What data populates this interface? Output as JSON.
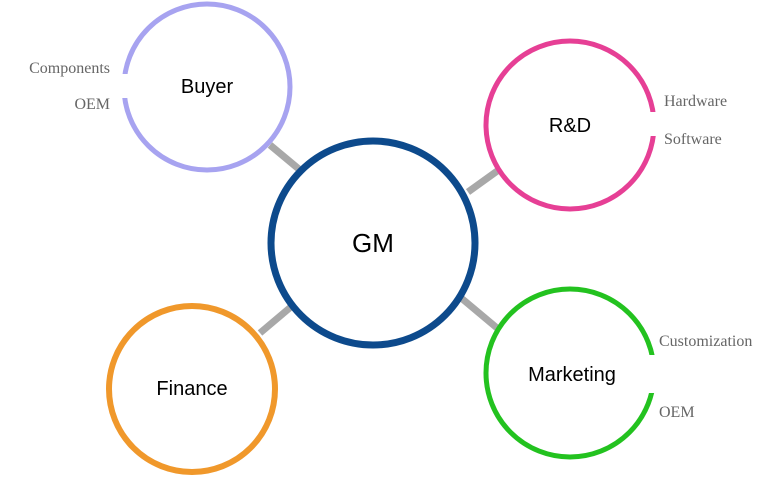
{
  "hub": {
    "label": "GM",
    "color": "#0d4a8c"
  },
  "nodes": {
    "buyer": {
      "label": "Buyer",
      "color": "#a7a3f0"
    },
    "rnd": {
      "label": "R&D",
      "color": "#e63f95"
    },
    "finance": {
      "label": "Finance",
      "color": "#f0982b"
    },
    "marketing": {
      "label": "Marketing",
      "color": "#23c21f"
    }
  },
  "side_labels": {
    "buyer": [
      "Components",
      "OEM"
    ],
    "rnd": [
      "Hardware",
      "Software"
    ],
    "marketing": [
      "Customization",
      "OEM"
    ]
  },
  "connector_color": "#a8a8a8"
}
